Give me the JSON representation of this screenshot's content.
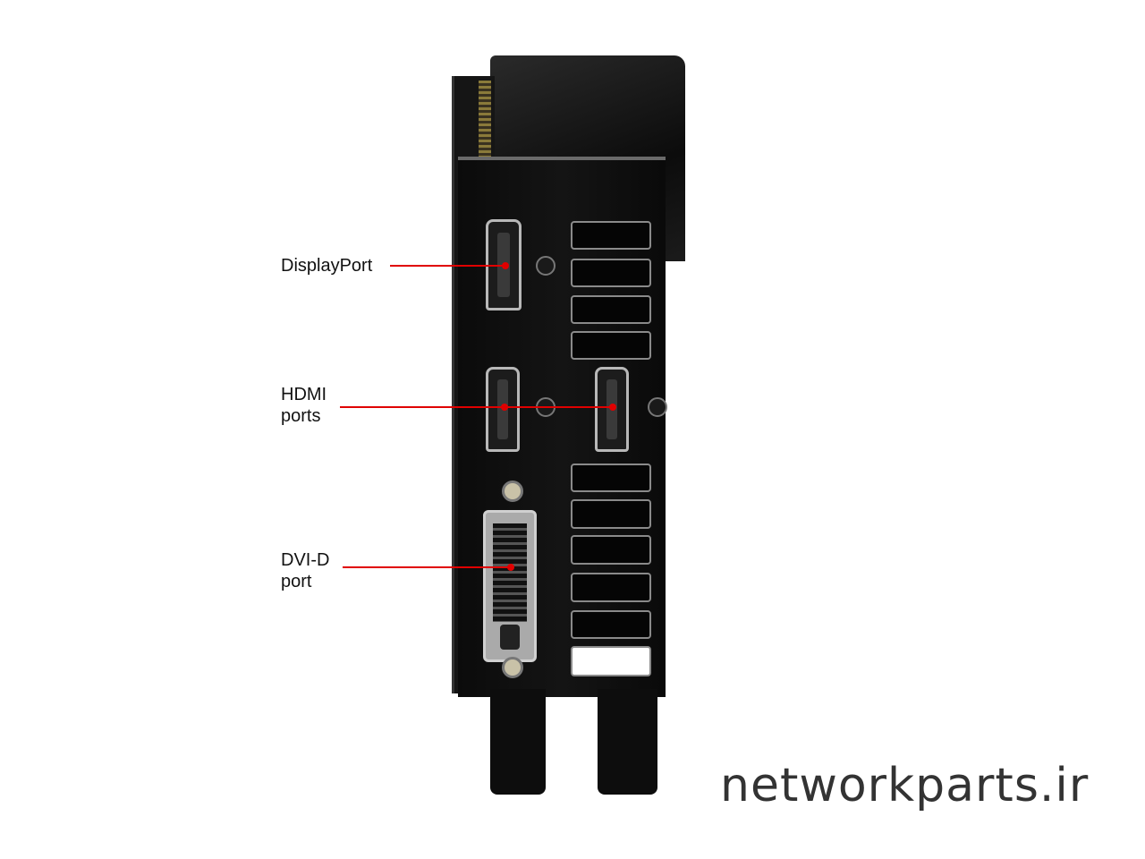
{
  "labels": {
    "displayport": "DisplayPort",
    "hdmi_line1": "HDMI",
    "hdmi_line2": "ports",
    "dvi_line1": "DVI-D",
    "dvi_line2": "port"
  },
  "watermark": "networkparts.ir",
  "colors": {
    "callout": "#e00000",
    "bracket": "#0b0b0b"
  }
}
